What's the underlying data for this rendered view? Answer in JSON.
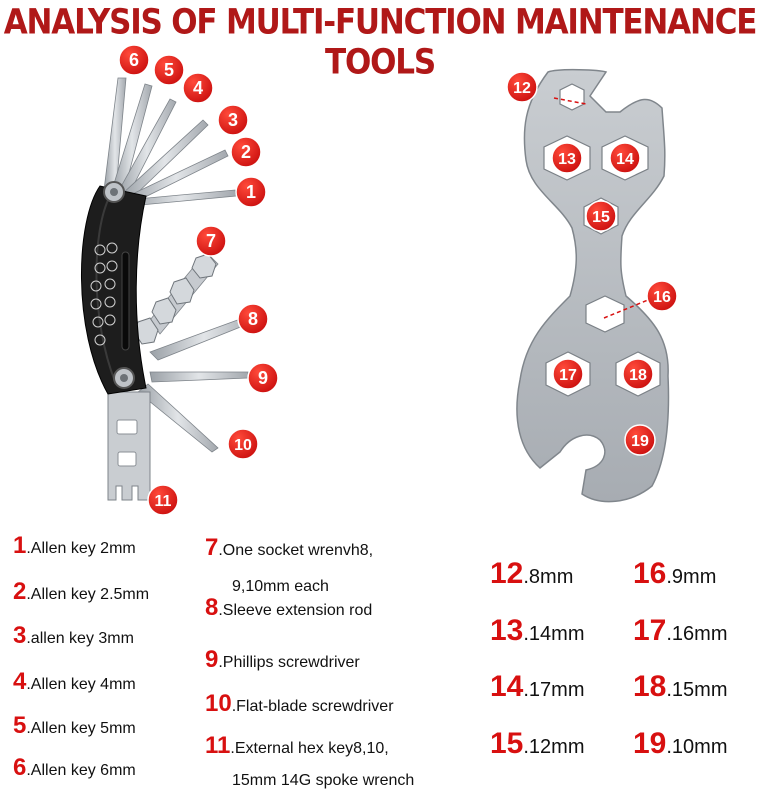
{
  "title": "ANALYSIS OF MULTI-FUNCTION MAINTENANCE TOOLS",
  "colors": {
    "title": "#b01818",
    "badge": "#e01212",
    "number": "#d81010",
    "tool_body": "#1c1c1c",
    "steel": "#b7bcc2"
  },
  "callouts": {
    "left_tool": [
      "6",
      "5",
      "4",
      "3",
      "2",
      "1",
      "7",
      "8",
      "9",
      "10",
      "11"
    ],
    "wrench": [
      "12",
      "13",
      "14",
      "15",
      "16",
      "17",
      "18",
      "19"
    ]
  },
  "legend_left": [
    {
      "num": "1",
      "text": ".Allen key 2mm"
    },
    {
      "num": "2",
      "text": ".Allen key 2.5mm"
    },
    {
      "num": "3",
      "text": ".allen key 3mm"
    },
    {
      "num": "4",
      "text": ".Allen key 4mm"
    },
    {
      "num": "5",
      "text": ".Allen key 5mm"
    },
    {
      "num": "6",
      "text": ".Allen key 6mm"
    }
  ],
  "legend_mid": [
    {
      "num": "7",
      "text": ".One socket wrenvh8,",
      "cont": "9,10mm each"
    },
    {
      "num": "8",
      "text": ".Sleeve extension rod"
    },
    {
      "num": "9",
      "text": ".Phillips screwdriver"
    },
    {
      "num": "10",
      "text": ".Flat-blade screwdriver"
    },
    {
      "num": "11",
      "text": ".External hex key8,10,",
      "cont": "15mm 14G spoke wrench"
    }
  ],
  "legend_right": [
    {
      "num": "12",
      "text": ".8mm"
    },
    {
      "num": "13",
      "text": ".14mm"
    },
    {
      "num": "14",
      "text": ".17mm"
    },
    {
      "num": "15",
      "text": ".12mm"
    },
    {
      "num": "16",
      "text": ".9mm"
    },
    {
      "num": "17",
      "text": ".16mm"
    },
    {
      "num": "18",
      "text": ".15mm"
    },
    {
      "num": "19",
      "text": ".10mm"
    }
  ]
}
